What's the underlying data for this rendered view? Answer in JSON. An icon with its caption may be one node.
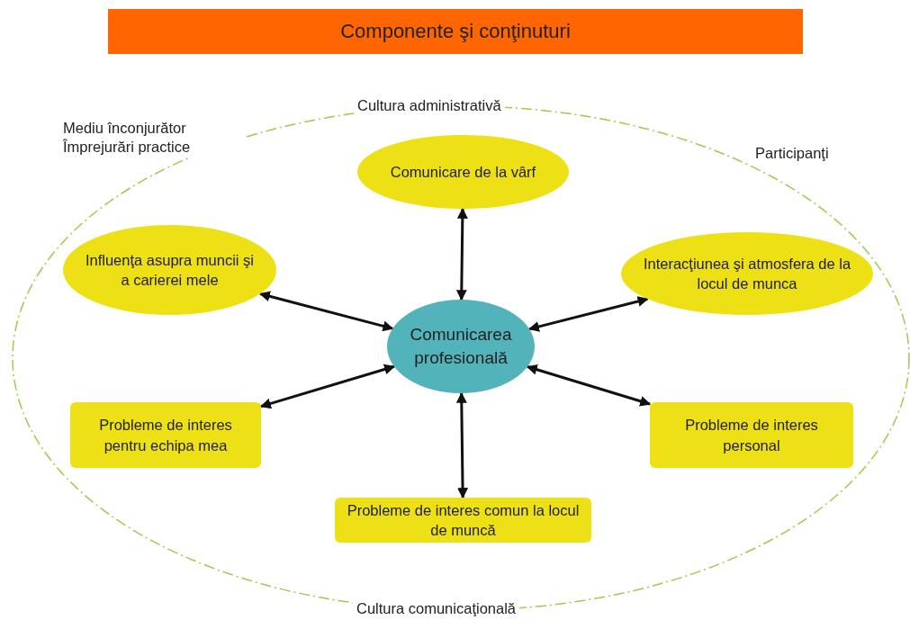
{
  "diagram": {
    "title": "Componente şi conţinuturi",
    "nodes": [
      {
        "text": [
          "Comunicarea profesională"
        ]
      },
      {
        "text": [
          "Comunicare de la vârf"
        ]
      },
      {
        "text": [
          "Influenţa asupra muncii şi a carierei mele"
        ]
      },
      {
        "text": [
          "Interacţiunea şi atmosfera de la locul de munca"
        ]
      },
      {
        "text": [
          "Probleme de interes pentru echipa mea"
        ]
      },
      {
        "text": [
          "Probleme de interes personal"
        ]
      },
      {
        "text": [
          "Probleme de interes comun la locul de muncă"
        ]
      }
    ],
    "edges": [
      {
        "from": 0,
        "to": 1,
        "arrow": "both"
      },
      {
        "from": 0,
        "to": 2,
        "arrow": "both"
      },
      {
        "from": 0,
        "to": 3,
        "arrow": "both"
      },
      {
        "from": 0,
        "to": 4,
        "arrow": "both"
      },
      {
        "from": 0,
        "to": 5,
        "arrow": "both"
      },
      {
        "from": 0,
        "to": 6,
        "arrow": "both"
      }
    ],
    "labels": [
      "Cultura administrativă",
      "Mediu înconjurător Împrejurări practice",
      "Participanţi",
      "Cultura comunicaţională"
    ]
  }
}
